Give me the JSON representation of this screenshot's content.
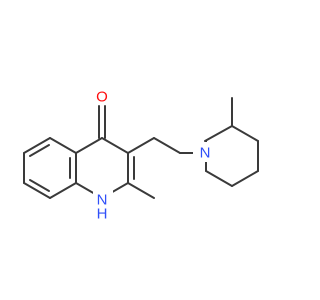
{
  "atoms": {
    "O": {
      "label": "O",
      "color": "#ff0d0d"
    },
    "N1": {
      "label": "N",
      "color": "#3050f8"
    },
    "H1": {
      "label": "H",
      "color": "#3050f8"
    },
    "N2": {
      "label": "N",
      "color": "#3050f8"
    }
  },
  "colors": {
    "bond": "#3a3a3a",
    "background": "#ffffff"
  }
}
